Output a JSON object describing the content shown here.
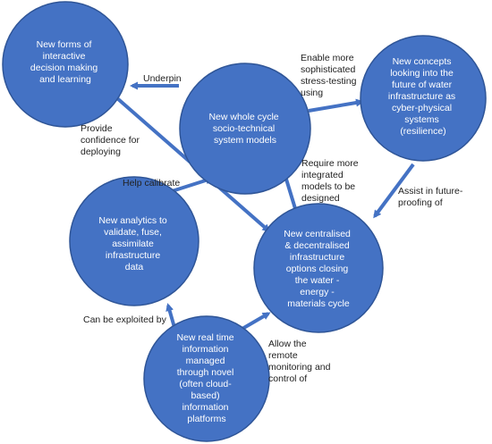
{
  "colors": {
    "node_fill": "#4472C4",
    "node_stroke": "#2F5597",
    "node_text": "#FFFFFF",
    "arrow": "#4472C4",
    "label_text": "#222222"
  },
  "nodes": {
    "decision_making": [
      "New forms of",
      "interactive",
      "decision making",
      "and learning"
    ],
    "system_models": [
      "New whole cycle",
      "socio-technical",
      "system models"
    ],
    "cyber_physical": [
      "New concepts",
      "looking into the",
      "future of water",
      "infrastructure as",
      "cyber-physical",
      "systems",
      "(resilience)"
    ],
    "analytics": [
      "New analytics to",
      "validate, fuse,",
      "assimilate",
      "infrastructure",
      "data"
    ],
    "infrastructure_options": [
      "New centralised",
      "& decentralised",
      "infrastructure",
      "options closing",
      "the water -",
      "energy -",
      "materials cycle"
    ],
    "real_time_info": [
      "New real time",
      "information",
      "managed",
      "through novel",
      "(often cloud-",
      "based)",
      "information",
      "platforms"
    ]
  },
  "edge_labels": {
    "underpin": [
      "Underpin"
    ],
    "stress_testing": [
      "Enable more",
      "sophisticated",
      "stress-testing",
      "using"
    ],
    "provide_confidence": [
      "Provide",
      "confidence for",
      "deploying"
    ],
    "help_calibrate": [
      "Help calibrate"
    ],
    "require_models": [
      "Require more",
      "integrated",
      "models to be",
      "designed"
    ],
    "future_proofing": [
      "Assist in future-",
      "proofing of"
    ],
    "exploited_by": [
      "Can be exploited by"
    ],
    "remote_monitoring": [
      "Allow the",
      "remote",
      "monitoring and",
      "control of"
    ]
  }
}
